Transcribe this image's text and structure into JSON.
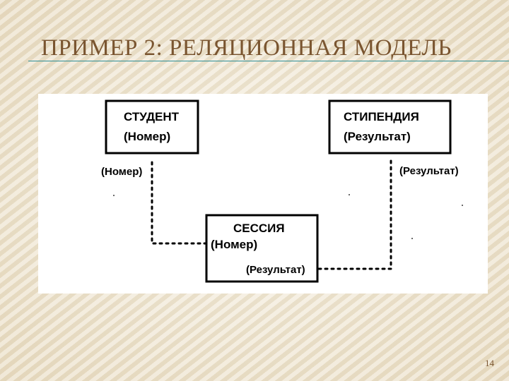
{
  "slide": {
    "title": "ПРИМЕР 2: РЕЛЯЦИОННАЯ МОДЕЛЬ",
    "page_number": "14"
  },
  "diagram": {
    "entities": {
      "student": {
        "name": "СТУДЕНТ",
        "key": "(Номер)"
      },
      "scholarship": {
        "name": "СТИПЕНДИЯ",
        "key": "(Результат)"
      },
      "session": {
        "name": "СЕССИЯ",
        "key_1": "(Номер)",
        "key_2": "(Результат)"
      }
    },
    "link_labels": {
      "student_key": "(Номер)",
      "scholarship_key": "(Результат)"
    }
  },
  "colors": {
    "title": "#7a5530",
    "rule": "#2e8f97",
    "panel": "#ffffff",
    "ink": "#000000"
  }
}
